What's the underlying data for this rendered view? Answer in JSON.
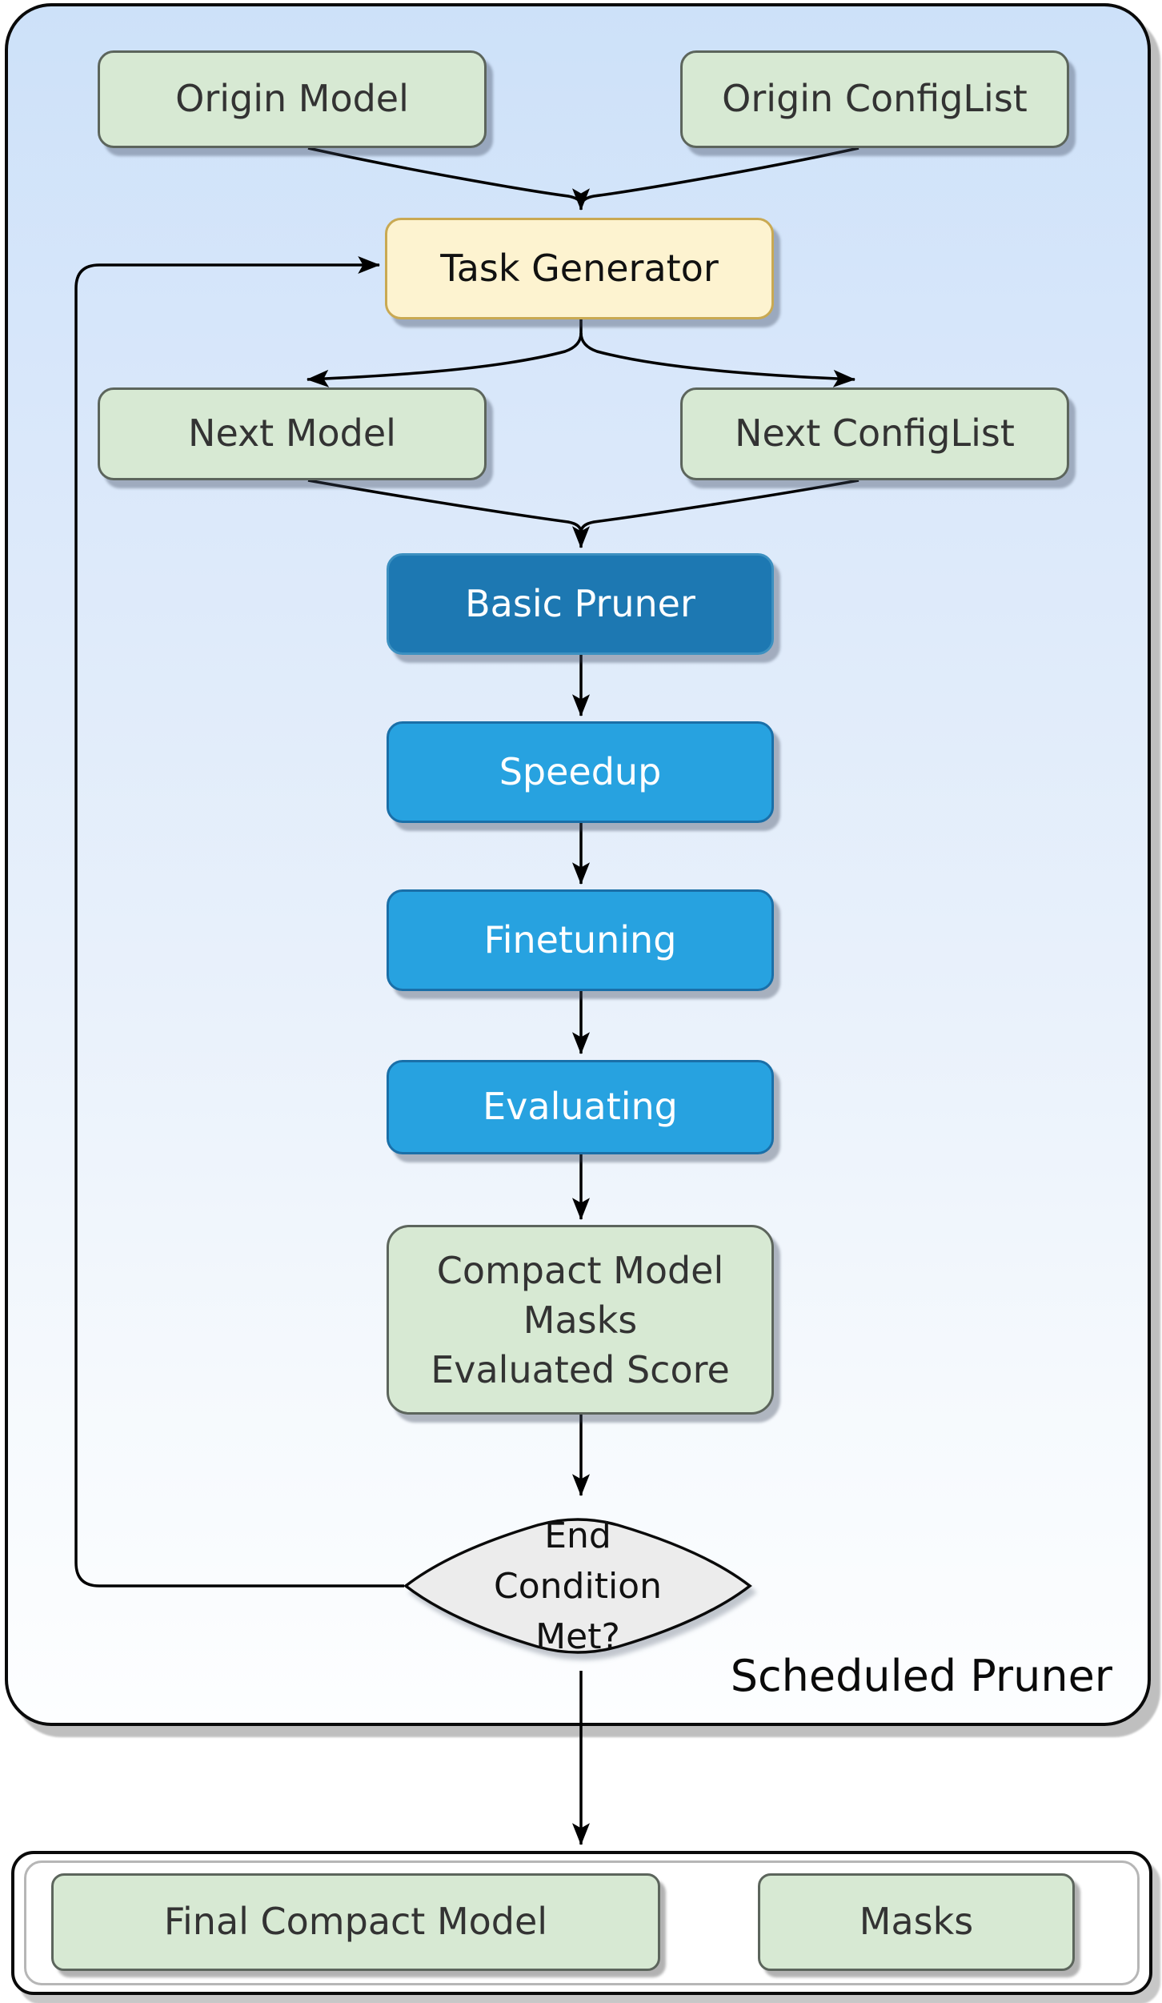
{
  "diagram": {
    "container_label": "Scheduled Pruner",
    "nodes": {
      "origin_model": {
        "label": "Origin Model"
      },
      "origin_configlist": {
        "label": "Origin ConfigList"
      },
      "task_generator": {
        "label": "Task Generator"
      },
      "next_model": {
        "label": "Next Model"
      },
      "next_configlist": {
        "label": "Next ConfigList"
      },
      "basic_pruner": {
        "label": "Basic Pruner"
      },
      "speedup": {
        "label": "Speedup"
      },
      "finetuning": {
        "label": "Finetuning"
      },
      "evaluating": {
        "label": "Evaluating"
      },
      "pruning_output": {
        "lines": [
          "Compact Model",
          "Masks",
          "Evaluated Score"
        ]
      },
      "end_condition": {
        "lines": [
          "End",
          "Condition",
          "Met?"
        ]
      },
      "final_compact_model": {
        "label": "Final Compact Model"
      },
      "masks": {
        "label": "Masks"
      }
    },
    "colors": {
      "bg_top": "#cde1f9",
      "bg_bottom": "#fdfeff",
      "green_fill": "#d7e9d3",
      "green_border": "#5c655c",
      "yellow_fill": "#fdf3d0",
      "yellow_border": "#c9a952",
      "dark_blue_fill": "#1d78b2",
      "dark_blue_border": "#3c90c0",
      "blue_fill": "#27a2e0",
      "blue_border": "#1a6fa8",
      "diamond_fill": "#ececec",
      "line": "#000000"
    }
  }
}
